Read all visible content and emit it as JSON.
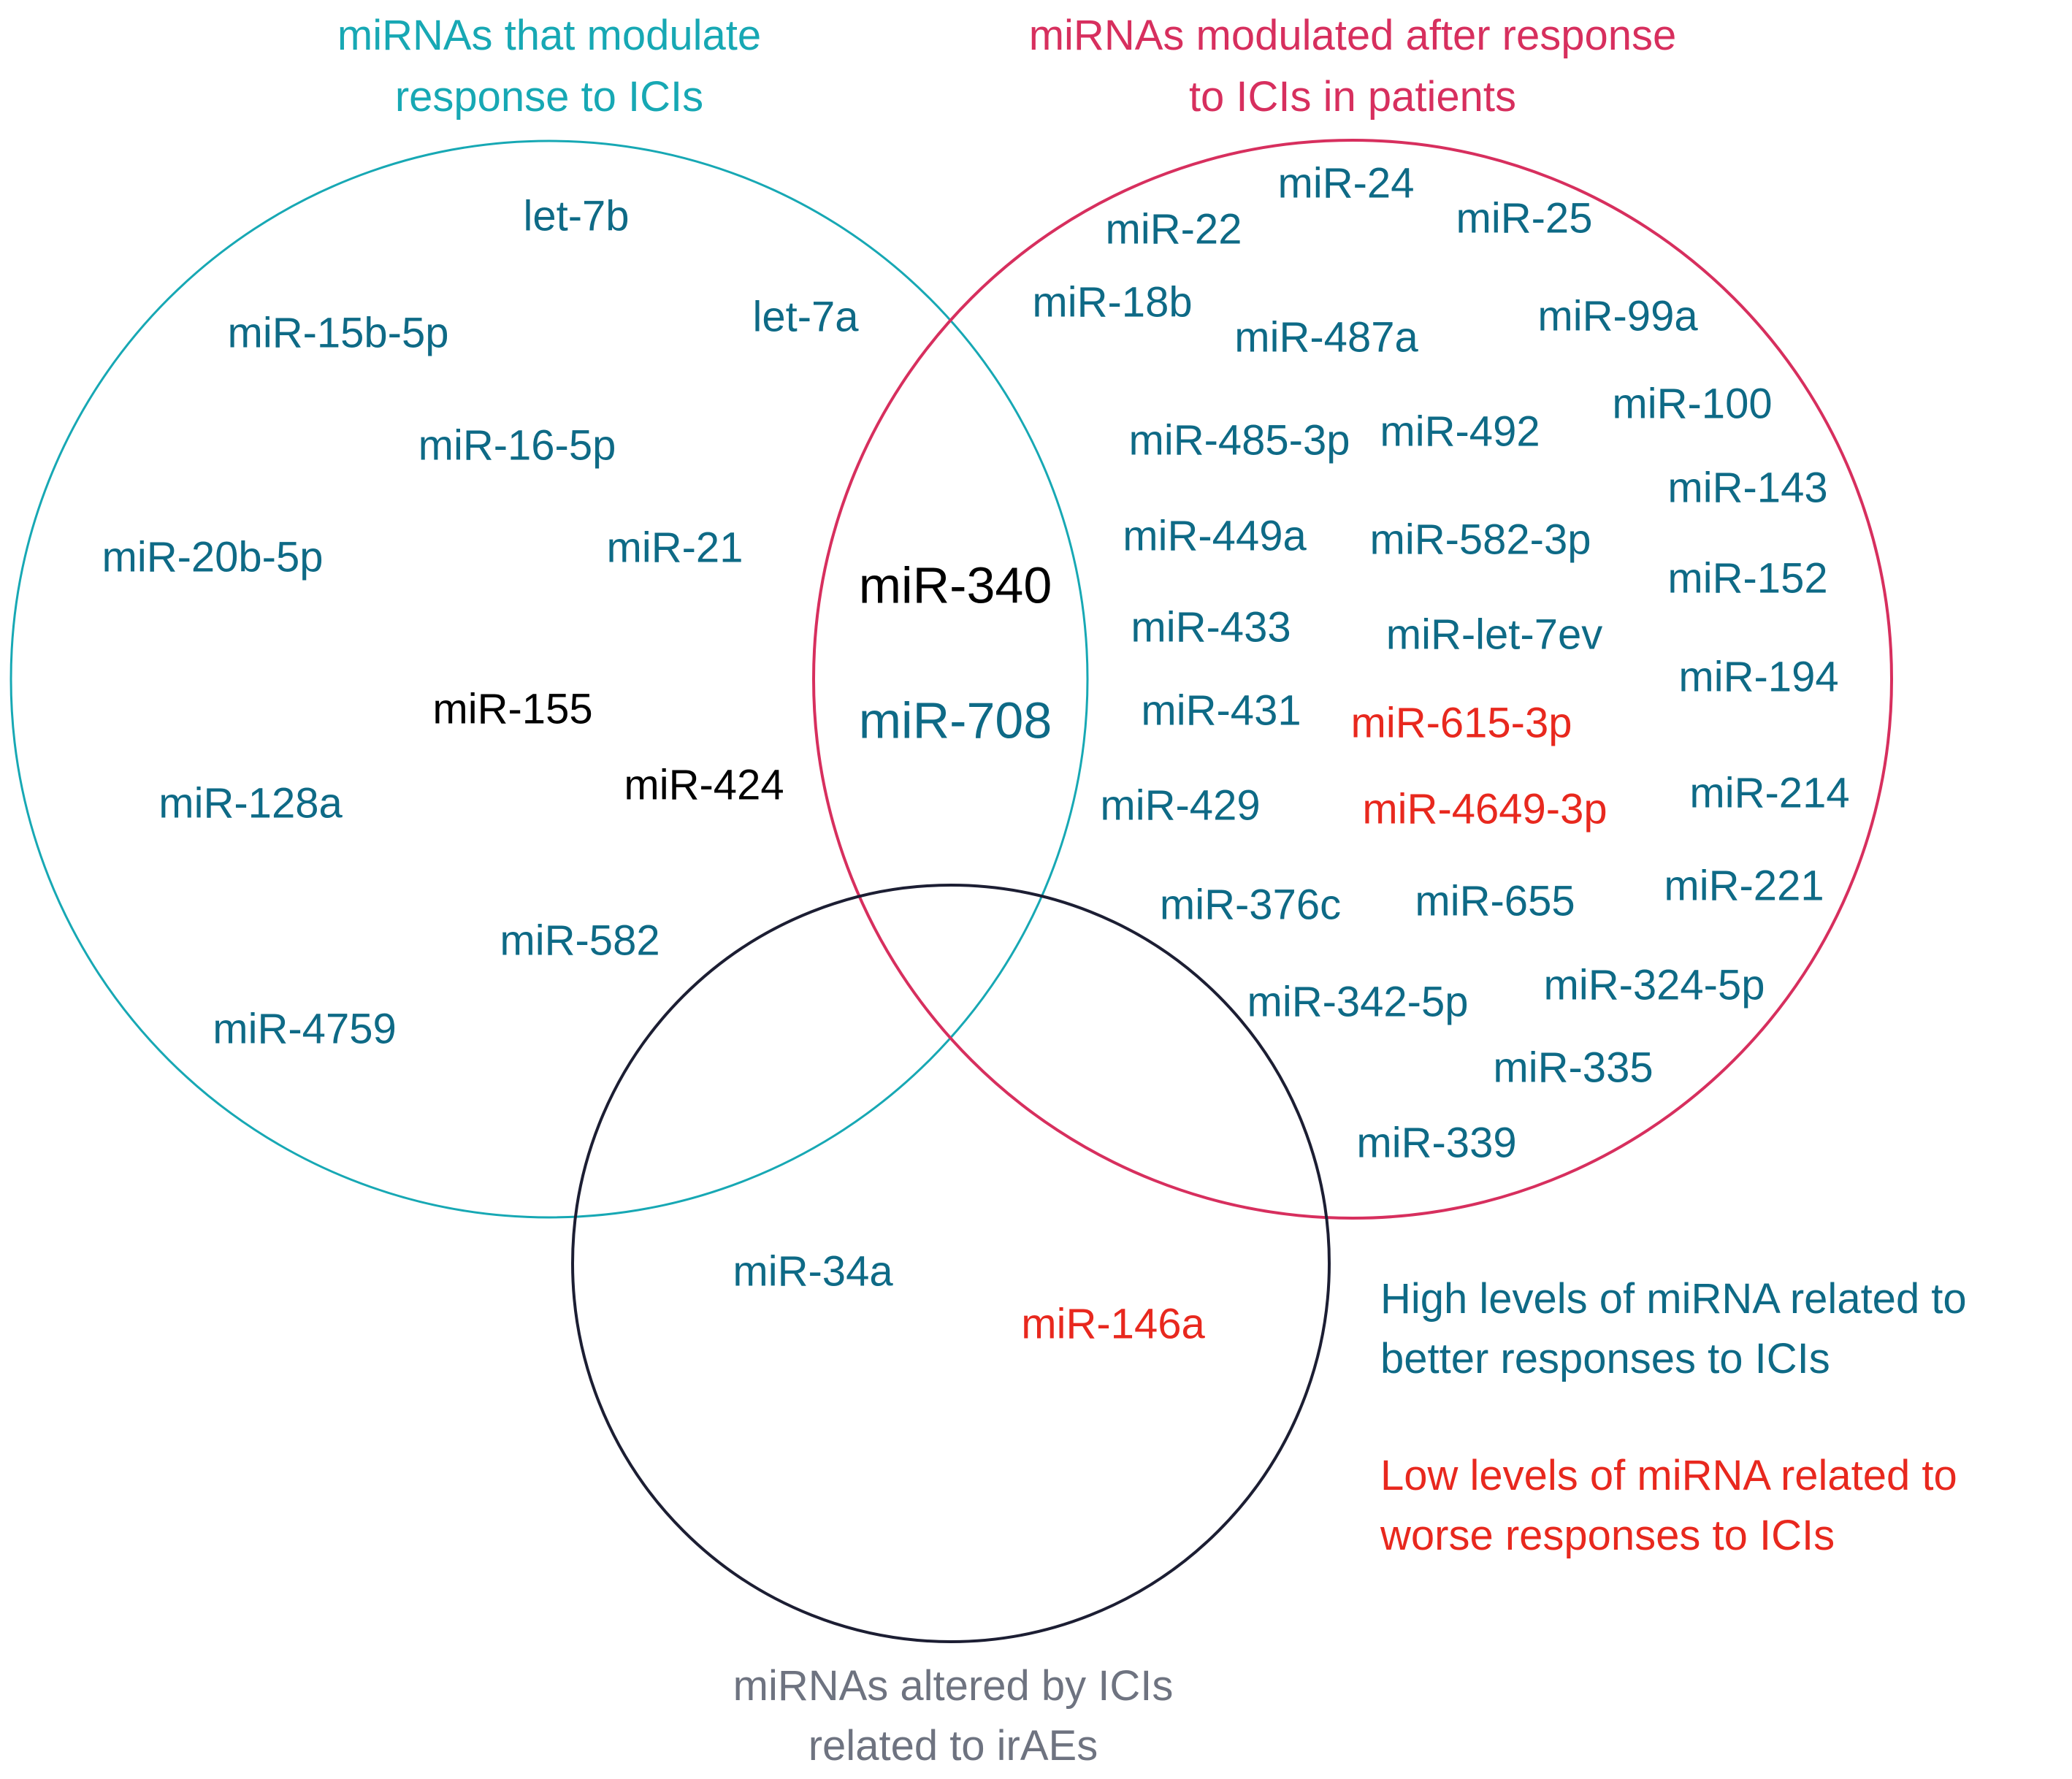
{
  "colors": {
    "set_a": "#17a8b4",
    "set_b": "#d72f5e",
    "set_c": "#1c1e33",
    "caption_c": "#6e7380",
    "high": "#0e6a86",
    "low": "#e8281e",
    "neutral": "#000000"
  },
  "captions": {
    "set_a": [
      "miRNAs that modulate",
      "response to ICIs"
    ],
    "set_b": [
      "miRNAs modulated after response",
      "to ICIs in patients"
    ],
    "set_c": [
      "miRNAs altered by ICIs",
      "related to irAEs"
    ]
  },
  "legend": {
    "high": [
      "High levels of miRNA related to",
      "better responses to ICIs"
    ],
    "low": [
      "Low levels of miRNA related to",
      "worse responses to ICIs"
    ]
  },
  "labels": [
    {
      "text": "let-7b",
      "status": "high",
      "region": "A"
    },
    {
      "text": "let-7a",
      "status": "high",
      "region": "A"
    },
    {
      "text": "miR-15b-5p",
      "status": "high",
      "region": "A"
    },
    {
      "text": "miR-16-5p",
      "status": "high",
      "region": "A"
    },
    {
      "text": "miR-20b-5p",
      "status": "high",
      "region": "A"
    },
    {
      "text": "miR-21",
      "status": "high",
      "region": "A"
    },
    {
      "text": "miR-155",
      "status": "neutral",
      "region": "A"
    },
    {
      "text": "miR-424",
      "status": "neutral",
      "region": "A"
    },
    {
      "text": "miR-128a",
      "status": "high",
      "region": "A"
    },
    {
      "text": "miR-582",
      "status": "high",
      "region": "A"
    },
    {
      "text": "miR-4759",
      "status": "high",
      "region": "A"
    },
    {
      "text": "miR-340",
      "status": "neutral",
      "region": "AB"
    },
    {
      "text": "miR-708",
      "status": "high",
      "region": "AB"
    },
    {
      "text": "miR-24",
      "status": "high",
      "region": "B"
    },
    {
      "text": "miR-22",
      "status": "high",
      "region": "B"
    },
    {
      "text": "miR-25",
      "status": "high",
      "region": "B"
    },
    {
      "text": "miR-18b",
      "status": "high",
      "region": "B"
    },
    {
      "text": "miR-487a",
      "status": "high",
      "region": "B"
    },
    {
      "text": "miR-99a",
      "status": "high",
      "region": "B"
    },
    {
      "text": "miR-485-3p",
      "status": "high",
      "region": "B"
    },
    {
      "text": "miR-492",
      "status": "high",
      "region": "B"
    },
    {
      "text": "miR-100",
      "status": "high",
      "region": "B"
    },
    {
      "text": "miR-143",
      "status": "high",
      "region": "B"
    },
    {
      "text": "miR-449a",
      "status": "high",
      "region": "B"
    },
    {
      "text": "miR-582-3p",
      "status": "high",
      "region": "B"
    },
    {
      "text": "miR-152",
      "status": "high",
      "region": "B"
    },
    {
      "text": "miR-433",
      "status": "high",
      "region": "B"
    },
    {
      "text": "miR-let-7ev",
      "status": "high",
      "region": "B"
    },
    {
      "text": "miR-194",
      "status": "high",
      "region": "B"
    },
    {
      "text": "miR-431",
      "status": "high",
      "region": "B"
    },
    {
      "text": "miR-615-3p",
      "status": "low",
      "region": "B"
    },
    {
      "text": "miR-429",
      "status": "high",
      "region": "B"
    },
    {
      "text": "miR-4649-3p",
      "status": "low",
      "region": "B"
    },
    {
      "text": "miR-214",
      "status": "high",
      "region": "B"
    },
    {
      "text": "miR-376c",
      "status": "high",
      "region": "B"
    },
    {
      "text": "miR-655",
      "status": "high",
      "region": "B"
    },
    {
      "text": "miR-221",
      "status": "high",
      "region": "B"
    },
    {
      "text": "miR-342-5p",
      "status": "high",
      "region": "B"
    },
    {
      "text": "miR-324-5p",
      "status": "high",
      "region": "B"
    },
    {
      "text": "miR-335",
      "status": "high",
      "region": "B"
    },
    {
      "text": "miR-339",
      "status": "high",
      "region": "B"
    },
    {
      "text": "miR-34a",
      "status": "high",
      "region": "C"
    },
    {
      "text": "miR-146a",
      "status": "low",
      "region": "C"
    }
  ]
}
